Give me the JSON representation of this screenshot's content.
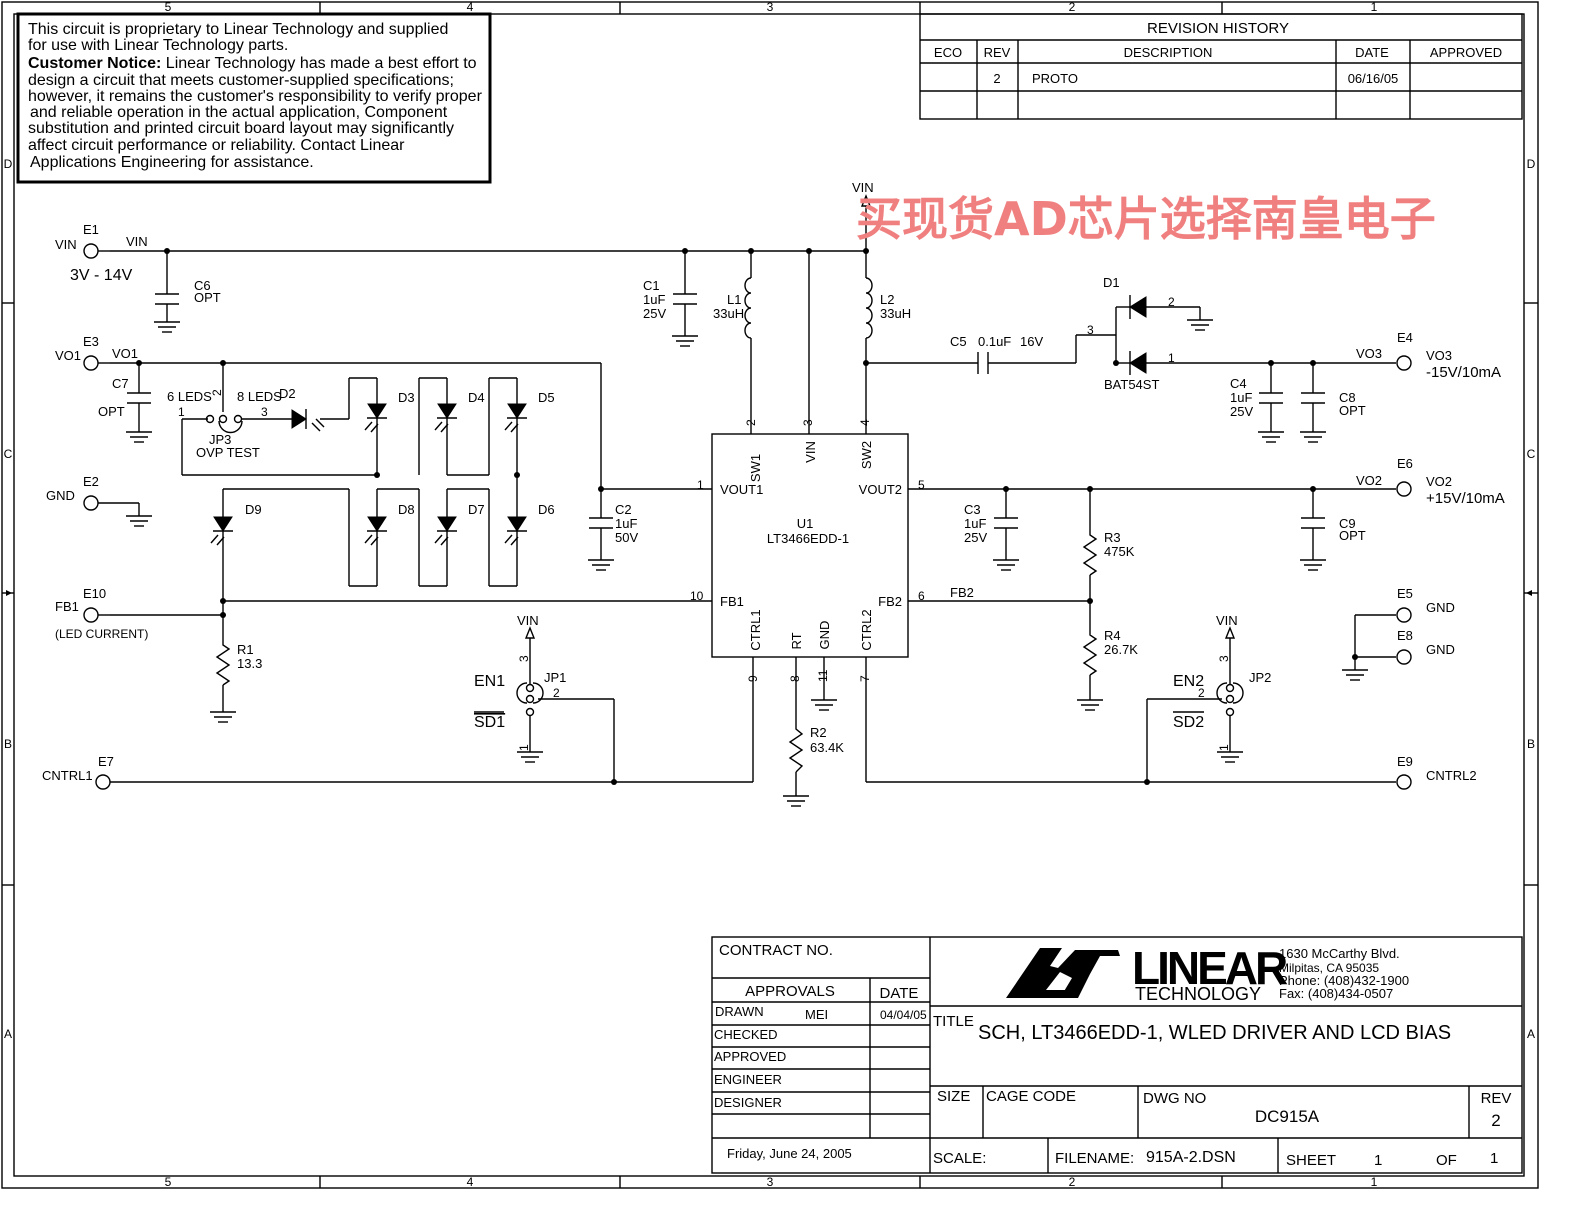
{
  "border": {
    "columns": [
      "5",
      "4",
      "3",
      "2",
      "1"
    ],
    "rows": [
      "D",
      "C",
      "B",
      "A"
    ]
  },
  "notice": {
    "line1": "This circuit is proprietary to Linear Technology and supplied",
    "line2": "for use with Linear Technology parts.",
    "bold": "Customer Notice:",
    "line3": " Linear Technology has made a best effort to",
    "line4": "design a circuit that meets customer-supplied specifications;",
    "line5": "however, it remains the customer's responsibility to verify proper",
    "line6": "and reliable operation in the actual application, Component",
    "line7": "substitution and printed circuit board layout may significantly",
    "line8": "affect circuit performance or reliability. Contact Linear",
    "line9": "Applications Engineering for assistance."
  },
  "revision": {
    "title": "REVISION HISTORY",
    "headers": [
      "ECO",
      "REV",
      "DESCRIPTION",
      "DATE",
      "APPROVED"
    ],
    "row": {
      "eco": "",
      "rev": "2",
      "description": "PROTO",
      "date": "06/16/05",
      "approved": ""
    }
  },
  "watermark": "买现货AD芯片选择南皇电子",
  "schematic": {
    "vin_range": "3V - 14V",
    "nets": {
      "vin": "VIN",
      "vo1": "VO1",
      "vo2": "VO2",
      "vo3": "VO3",
      "fb2": "FB2"
    },
    "terminals": [
      {
        "ref": "E1",
        "name": "VIN"
      },
      {
        "ref": "E3",
        "name": "VO1"
      },
      {
        "ref": "E2",
        "name": "GND"
      },
      {
        "ref": "E10",
        "name": "FB1",
        "note": "(LED CURRENT)"
      },
      {
        "ref": "E7",
        "name": "CNTRL1"
      },
      {
        "ref": "E4",
        "name": "VO3",
        "note": "-15V/10mA"
      },
      {
        "ref": "E6",
        "name": "VO2",
        "note": "+15V/10mA"
      },
      {
        "ref": "E5",
        "name": "GND"
      },
      {
        "ref": "E8",
        "name": "GND"
      },
      {
        "ref": "E9",
        "name": "CNTRL2"
      }
    ],
    "components": {
      "c6": {
        "ref": "C6",
        "value": "OPT"
      },
      "c7": {
        "ref": "C7",
        "value": "OPT"
      },
      "c1": {
        "ref": "C1",
        "value": "1uF",
        "rating": "25V"
      },
      "l1": {
        "ref": "L1",
        "value": "33uH"
      },
      "l2": {
        "ref": "L2",
        "value": "33uH"
      },
      "c5": {
        "ref": "C5",
        "value": "0.1uF",
        "rating": "16V"
      },
      "d1": {
        "ref": "D1",
        "part": "BAT54ST"
      },
      "c4": {
        "ref": "C4",
        "value": "1uF",
        "rating": "25V"
      },
      "c8": {
        "ref": "C8",
        "value": "OPT"
      },
      "c2": {
        "ref": "C2",
        "value": "1uF",
        "rating": "50V"
      },
      "c3": {
        "ref": "C3",
        "value": "1uF",
        "rating": "25V"
      },
      "c9": {
        "ref": "C9",
        "value": "OPT"
      },
      "r1": {
        "ref": "R1",
        "value": "13.3"
      },
      "r2": {
        "ref": "R2",
        "value": "63.4K"
      },
      "r3": {
        "ref": "R3",
        "value": "475K"
      },
      "r4": {
        "ref": "R4",
        "value": "26.7K"
      },
      "jp3": {
        "ref": "JP3",
        "desc": "OVP TEST",
        "opt1": "6 LEDS",
        "opt2": "8 LEDS"
      },
      "jp1": {
        "ref": "JP1",
        "top": "EN1",
        "bottom": "SD1"
      },
      "jp2": {
        "ref": "JP2",
        "top": "EN2",
        "bottom": "SD2"
      },
      "leds": [
        "D2",
        "D3",
        "D4",
        "D5",
        "D6",
        "D7",
        "D8",
        "D9"
      ]
    },
    "ic": {
      "ref": "U1",
      "part": "LT3466EDD-1",
      "pins": [
        {
          "num": "1",
          "name": "VOUT1"
        },
        {
          "num": "2",
          "name": "SW1"
        },
        {
          "num": "3",
          "name": "VIN"
        },
        {
          "num": "4",
          "name": "SW2"
        },
        {
          "num": "5",
          "name": "VOUT2"
        },
        {
          "num": "6",
          "name": "FB2"
        },
        {
          "num": "7",
          "name": "CTRL2"
        },
        {
          "num": "8",
          "name": "RT"
        },
        {
          "num": "9",
          "name": "CTRL1"
        },
        {
          "num": "10",
          "name": "FB1"
        },
        {
          "num": "11",
          "name": "GND"
        }
      ]
    }
  },
  "titleblock": {
    "contract": "CONTRACT NO.",
    "approvals": "APPROVALS",
    "date_header": "DATE",
    "rows": [
      {
        "label": "DRAWN",
        "name": "MEI",
        "date": "04/04/05"
      },
      {
        "label": "CHECKED",
        "name": "",
        "date": ""
      },
      {
        "label": "APPROVED",
        "name": "",
        "date": ""
      },
      {
        "label": "ENGINEER",
        "name": "",
        "date": ""
      },
      {
        "label": "DESIGNER",
        "name": "",
        "date": ""
      }
    ],
    "print_date": "Friday, June 24, 2005",
    "company": {
      "logo_word": "LINEAR",
      "logo_sub": "TECHNOLOGY",
      "addr1": "1630 McCarthy Blvd.",
      "addr2": "Milpitas, CA 95035",
      "phone": "Phone: (408)432-1900",
      "fax": "Fax: (408)434-0507"
    },
    "title_label": "TITLE",
    "title": "SCH, LT3466EDD-1, WLED DRIVER AND LCD BIAS",
    "size_label": "SIZE",
    "cage_label": "CAGE CODE",
    "dwg_label": "DWG NO",
    "dwg": "DC915A",
    "rev_label": "REV",
    "rev": "2",
    "scale_label": "SCALE:",
    "filename_label": "FILENAME:",
    "filename": "915A-2.DSN",
    "sheet_label": "SHEET",
    "sheet": "1",
    "of_label": "OF",
    "of": "1"
  },
  "colors": {
    "ink": "#000000",
    "watermark": "#f08080",
    "paper": "#ffffff"
  }
}
